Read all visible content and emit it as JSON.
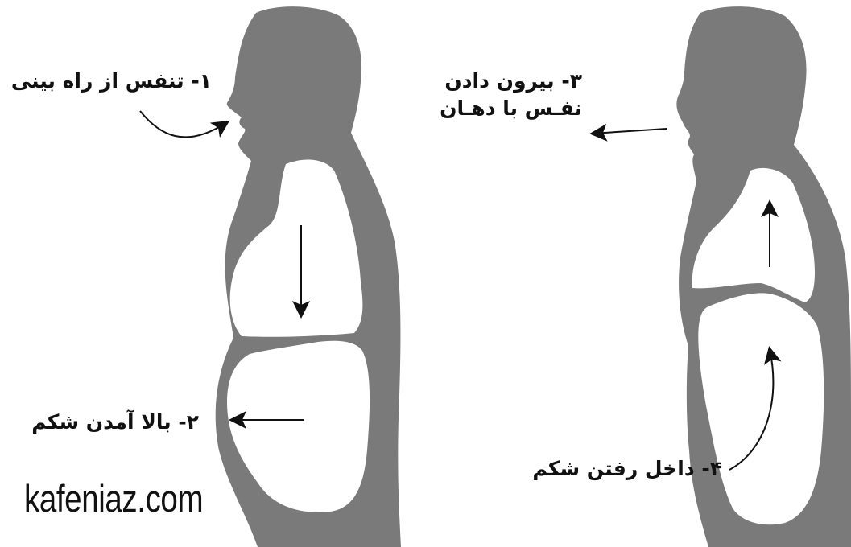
{
  "colors": {
    "silhouette": "#7a7a7a",
    "organ_fill": "#ffffff",
    "arrow": "#111111",
    "text": "#111111"
  },
  "labels": {
    "step1": "۱- تنفس از راه بینی",
    "step2": "۲- بالا آمدن شکم",
    "step3_line1": "۳- بیرون دادن",
    "step3_line2": "نفـس با دهـان",
    "step4": "۴- داخل رفتن شکم"
  },
  "watermark": "kafeniaz.com"
}
